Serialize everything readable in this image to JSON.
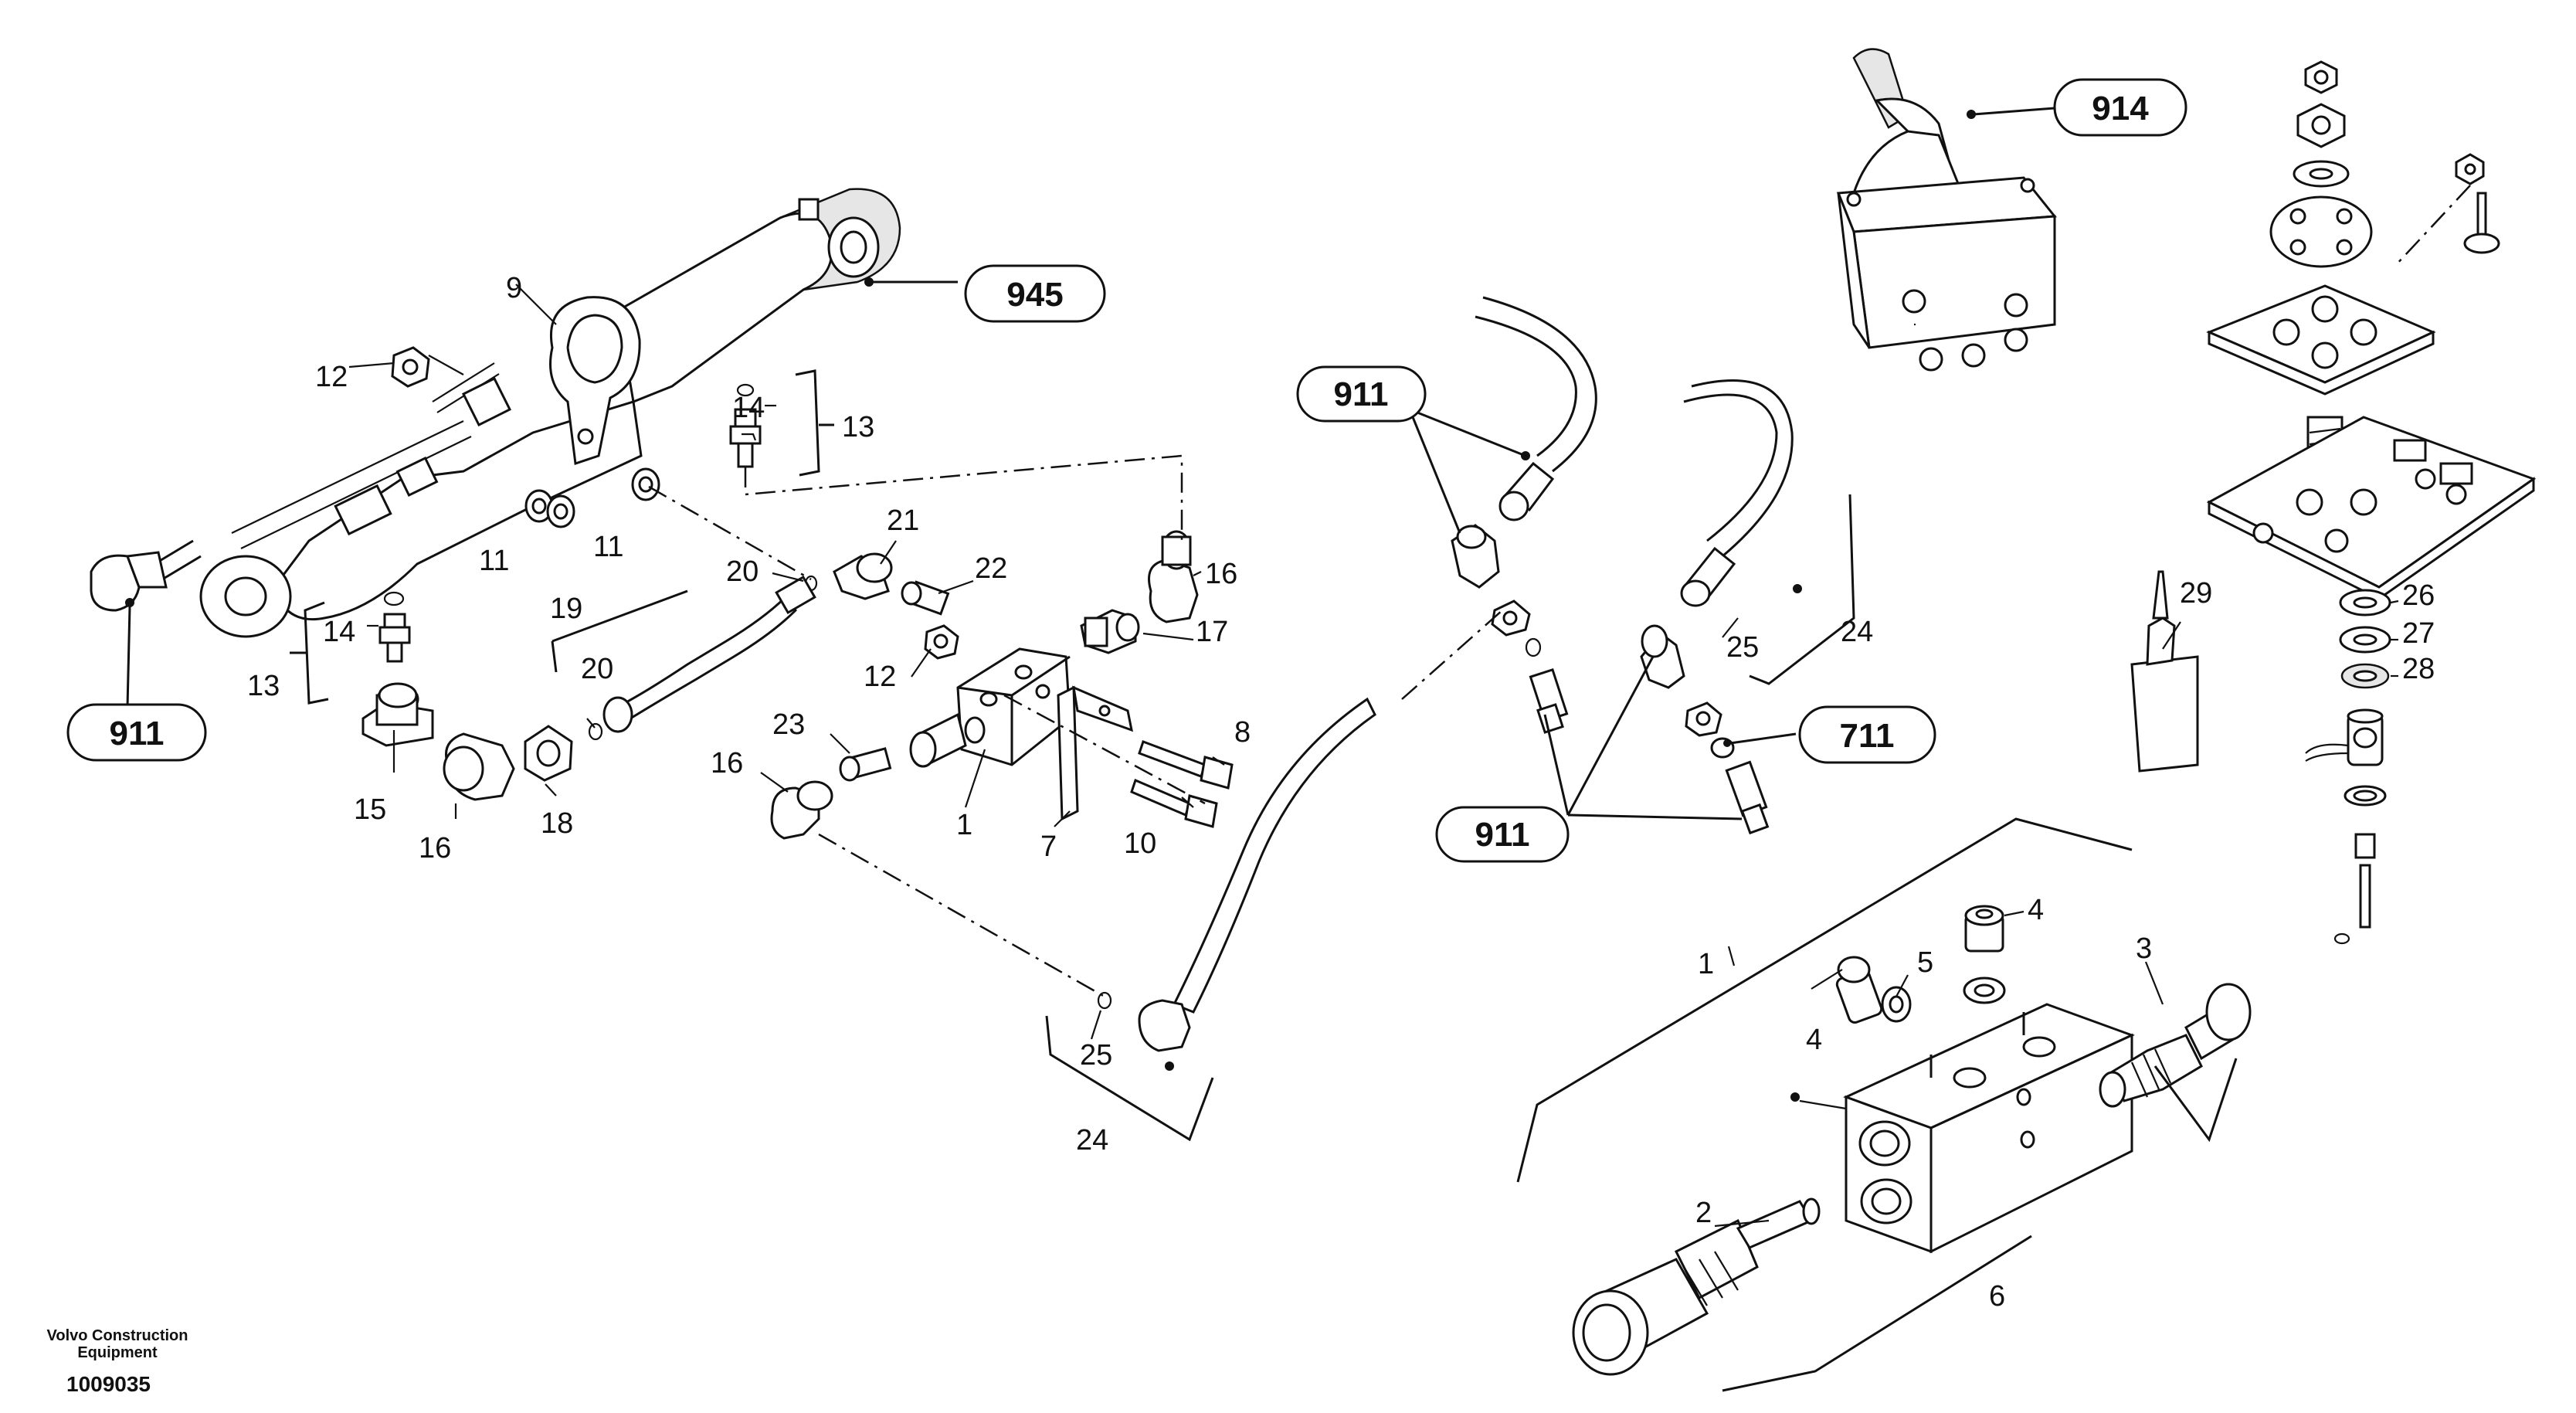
{
  "footer": {
    "company_line1": "Volvo Construction",
    "company_line2": "Equipment",
    "document_number": "1009035"
  },
  "callouts": {
    "c914": "914",
    "c945": "945",
    "c911_top": "911",
    "c911_left": "911",
    "c911_mid": "911",
    "c711": "711"
  },
  "labels": {
    "n1a": "1",
    "n1b": "1",
    "n2": "2",
    "n3": "3",
    "n4a": "4",
    "n4b": "4",
    "n5": "5",
    "n6": "6",
    "n7": "7",
    "n8": "8",
    "n9": "9",
    "n10": "10",
    "n11a": "11",
    "n11b": "11",
    "n12a": "12",
    "n12b": "12",
    "n13a": "13",
    "n13b": "13",
    "n14a": "14",
    "n14b": "14",
    "n15": "15",
    "n16a": "16",
    "n16b": "16",
    "n16c": "16",
    "n17": "17",
    "n18": "18",
    "n19": "19",
    "n20a": "20",
    "n20b": "20",
    "n21": "21",
    "n22": "22",
    "n23": "23",
    "n24a": "24",
    "n24b": "24",
    "n25a": "25",
    "n25b": "25",
    "n26": "26",
    "n27": "27",
    "n28": "28",
    "n29": "29"
  }
}
